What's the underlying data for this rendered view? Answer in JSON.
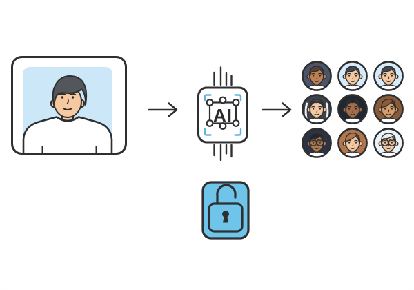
{
  "scene": {
    "title": "face-anonymization-ai-illustration",
    "background": "#fbfaf9",
    "outline_color": "#2e2f31"
  },
  "photo_card": {
    "desc": "framed-portrait-photo-of-man",
    "frame_fill": "#ffffff",
    "photo_bg": "#cbe7f8",
    "person": {
      "skin": "#f6c9a0",
      "hair": "#53565b",
      "shirt": "#ffffff"
    }
  },
  "arrows": {
    "color": "#2c2d2f",
    "items": [
      {
        "desc": "photo-to-ai"
      },
      {
        "desc": "ai-to-avatars"
      }
    ]
  },
  "ai_chip": {
    "label": "AI",
    "fill": "#ffffff",
    "bracket_color": "#62b4de",
    "node_fill": "#ffffff"
  },
  "privacy_lock": {
    "desc": "unlocked-padlock-badge",
    "state": "unlocked",
    "fill": "#6fc5e9"
  },
  "avatar_grid": {
    "rows": 3,
    "cols": 3,
    "avatars": [
      {
        "desc": "woman-dark-skin-brown-bob",
        "bg": "#4b5468",
        "skin": "#bf8054",
        "hair": "#5d3f2d",
        "style": "short",
        "glasses": false,
        "streak": null
      },
      {
        "desc": "person-light-skin-dark-swept-hair",
        "bg": "#d7ebfa",
        "skin": "#f4c9a1",
        "hair": "#42474f",
        "style": "short",
        "glasses": false,
        "streak": null
      },
      {
        "desc": "person-light-skin-dark-swept-hair-2",
        "bg": "#d7ebfa",
        "skin": "#f4c9a1",
        "hair": "#42474f",
        "style": "short",
        "glasses": false,
        "streak": null
      },
      {
        "desc": "woman-light-skin-dark-hair-white-streaks",
        "bg": "#d7ebfa",
        "skin": "#f4c9a1",
        "hair": "#3d424b",
        "style": "long",
        "glasses": false,
        "streak": "#eef2f4"
      },
      {
        "desc": "woman-brown-skin-black-long-hair",
        "bg": "#2c3342",
        "skin": "#a56e4b",
        "hair": "#22262e",
        "style": "long",
        "glasses": false,
        "streak": null
      },
      {
        "desc": "woman-tan-skin-brown-swept-hair",
        "bg": "#f8f0e1",
        "skin": "#d89e6a",
        "hair": "#8a5a39",
        "style": "longswept",
        "glasses": false,
        "streak": null
      },
      {
        "desc": "person-brown-skin-black-hair-glasses",
        "bg": "#2c3342",
        "skin": "#b07a4f",
        "hair": "#22262e",
        "style": "short",
        "glasses": true,
        "streak": null
      },
      {
        "desc": "woman-light-skin-auburn-hair",
        "bg": "#f8ecdb",
        "skin": "#f4c9a1",
        "hair": "#b1764b",
        "style": "longswept",
        "glasses": false,
        "streak": null
      },
      {
        "desc": "person-light-skin-white-hair-glasses",
        "bg": "#eaf3f9",
        "skin": "#f4c9a1",
        "hair": "#ededed",
        "style": "short",
        "glasses": true,
        "streak": null
      }
    ],
    "layout": {
      "col_lefts": [
        436,
        488,
        540
      ],
      "row_tops": [
        87,
        135,
        183.5
      ],
      "size": 46
    }
  }
}
